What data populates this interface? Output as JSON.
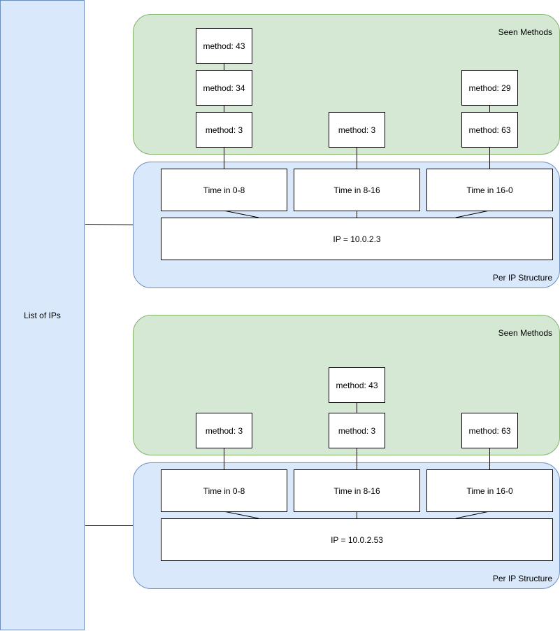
{
  "list": {
    "label": "List of IPs"
  },
  "structures": [
    {
      "seen_label": "Seen Methods",
      "per_ip_label": "Per IP Structure",
      "ip_label": "IP = 10.0.2.3",
      "time_slots": [
        "Time in 0-8",
        "Time in 8-16",
        "Time in 16-0"
      ],
      "columns": [
        [
          "method: 3",
          "method: 34",
          "method: 43"
        ],
        [
          "method: 3"
        ],
        [
          "method: 63",
          "method: 29"
        ]
      ]
    },
    {
      "seen_label": "Seen Methods",
      "per_ip_label": "Per IP Structure",
      "ip_label": "IP = 10.0.2.53",
      "time_slots": [
        "Time in 0-8",
        "Time in 8-16",
        "Time in 16-0"
      ],
      "columns": [
        [
          "method: 3"
        ],
        [
          "method: 3",
          "method: 43"
        ],
        [
          "method: 63"
        ]
      ]
    }
  ]
}
